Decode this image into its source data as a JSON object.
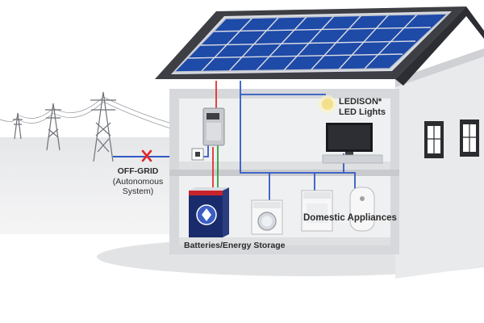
{
  "labels": {
    "off_grid": "OFF-GRID",
    "off_grid_sub1": "(Autonomous",
    "off_grid_sub2": "System)",
    "led_title": "LEDISON*",
    "led_sub": "LED Lights",
    "appliances": "Domestic Appliances",
    "batteries": "Batteries/Energy Storage"
  },
  "icons": {
    "disconnect": "red-x-icon",
    "grid": "power-pylon-icon",
    "light": "light-bulb-icon"
  },
  "colors": {
    "panel_blue": "#1e4aa8",
    "roof_dark": "#3d3f44",
    "wire_blue": "#3159c4",
    "wire_red": "#e03030",
    "wire_green": "#2e9d3f",
    "cross_red": "#e02828"
  }
}
